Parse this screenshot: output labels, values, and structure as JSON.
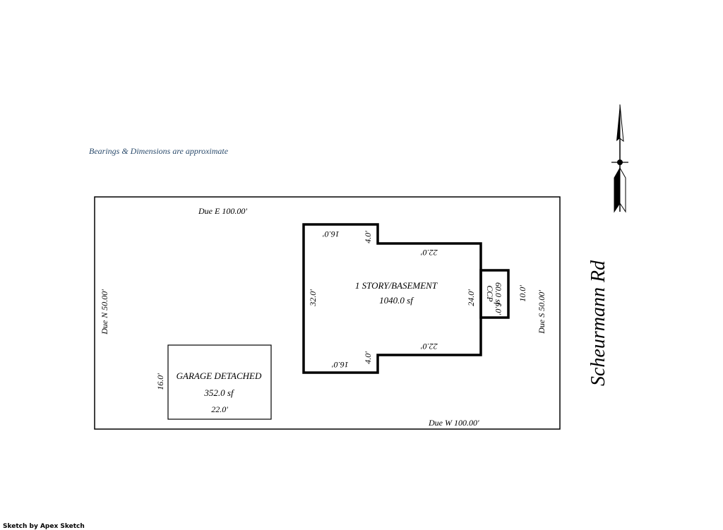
{
  "notice": "Bearings & Dimensions are approximate",
  "notice_color": "#2a4a6b",
  "footer": "Sketch by Apex Sketch",
  "street": "Scheurmann Rd",
  "lot": {
    "top": "Due E  100.00'",
    "bottom": "Due W  100.00'",
    "left": "Due N  50.00'",
    "right": "Due S  50.00'"
  },
  "house": {
    "name": "1 STORY/BASEMENT",
    "area": "1040.0 sf",
    "dims": {
      "top_left": "16.0'",
      "top_notch": "4.0'",
      "top_right": "22.0'",
      "left": "32.0'",
      "right": "24.0'",
      "bottom_right": "22.0'",
      "bottom_notch": "4.0'",
      "bottom_left": "16.0'"
    }
  },
  "ccp": {
    "name": "CCP",
    "area": "60.0 sf",
    "width": "6.0'",
    "height": "10.0'"
  },
  "garage": {
    "name": "GARAGE DETACHED",
    "area": "352.0 sf",
    "width": "22.0'",
    "height": "16.0'"
  },
  "north_arrow_icon": "north-arrow-icon"
}
